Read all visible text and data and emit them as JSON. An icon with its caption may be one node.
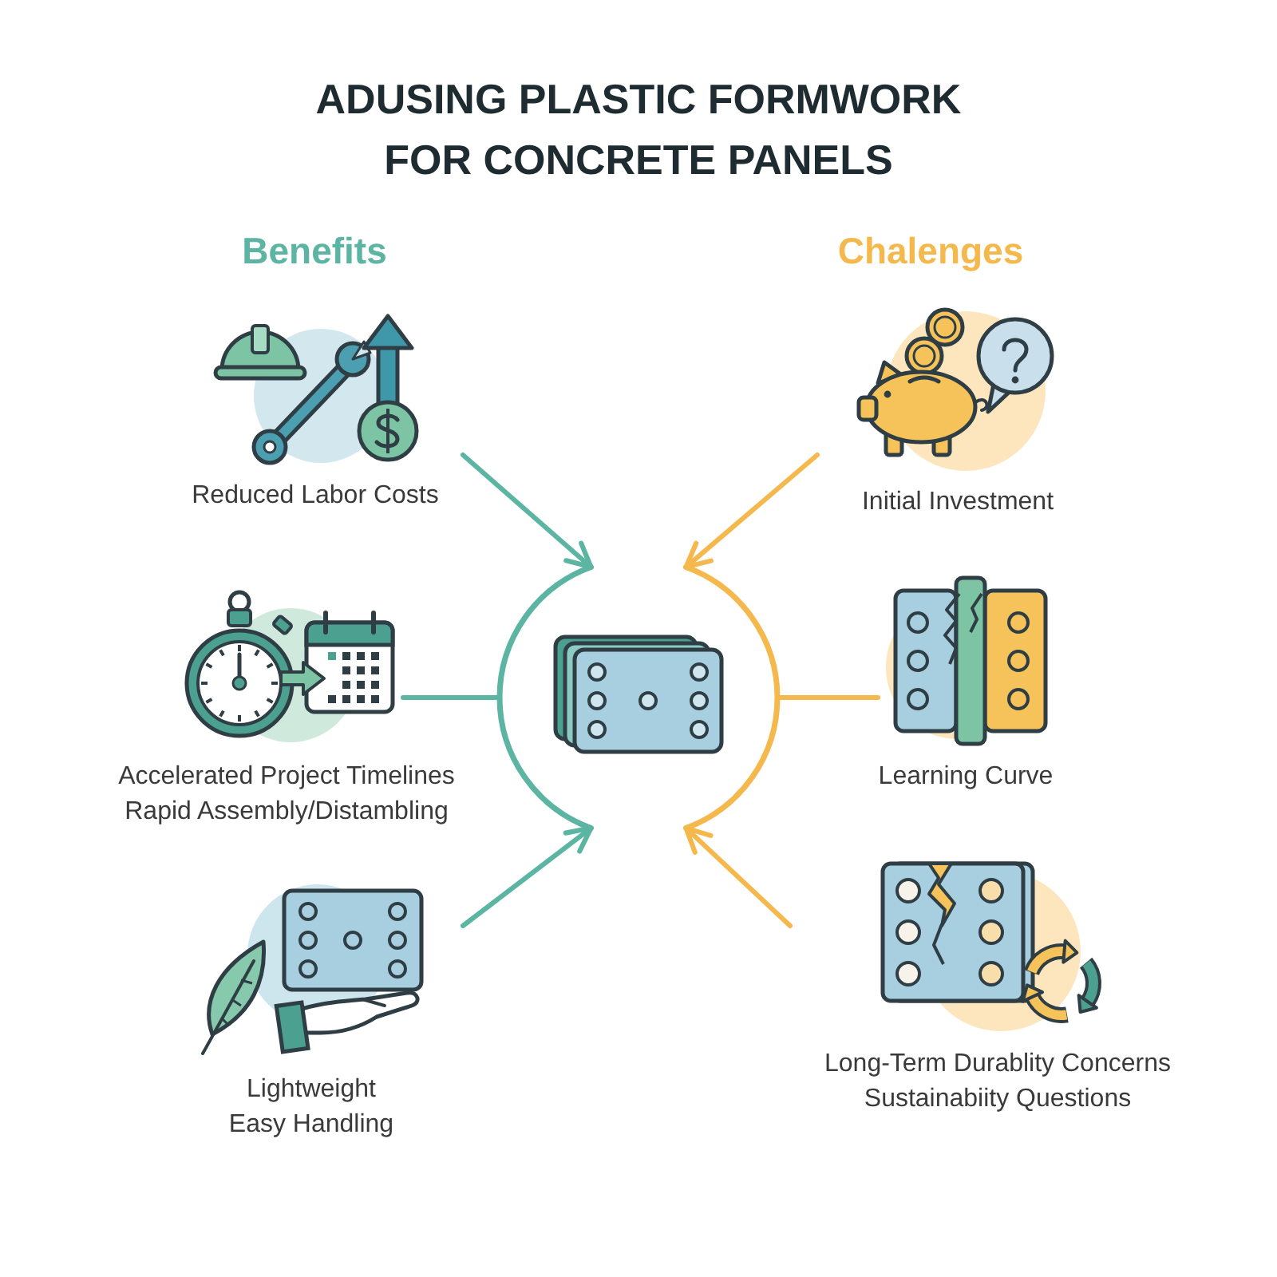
{
  "diagram": {
    "title": "ADUSING PLASTIC FORMWORK FOR CONCRETE PANELS",
    "nodes": [
      {
        "text": [],
        "shape": "picture"
      },
      {
        "text": [
          "Reduced Labor Costs"
        ]
      },
      {
        "text": [
          "Accelerated Project Timelines",
          "Rapid Assembly/Distambling"
        ]
      },
      {
        "text": [
          "Lightweight",
          "Easy Handling"
        ]
      },
      {
        "text": [
          "Initial Investment"
        ]
      },
      {
        "text": [
          "Learning Curve"
        ]
      },
      {
        "text": [
          "Long-Term Durablity Concerns",
          "Sustainabiity Questions"
        ]
      }
    ],
    "edges": [
      {
        "from": 1,
        "to": 0,
        "arrow": "to",
        "color": "#5bb5a2"
      },
      {
        "from": 2,
        "to": 0,
        "arrow": "none",
        "color": "#5bb5a2"
      },
      {
        "from": 3,
        "to": 0,
        "arrow": "to",
        "color": "#5bb5a2"
      },
      {
        "from": 4,
        "to": 0,
        "arrow": "to",
        "color": "#f5b84c"
      },
      {
        "from": 5,
        "to": 0,
        "arrow": "none",
        "color": "#f5b84c"
      },
      {
        "from": 6,
        "to": 0,
        "arrow": "to",
        "color": "#f5b84c"
      }
    ],
    "labels": [
      "Benefits",
      "Chalenges"
    ]
  }
}
